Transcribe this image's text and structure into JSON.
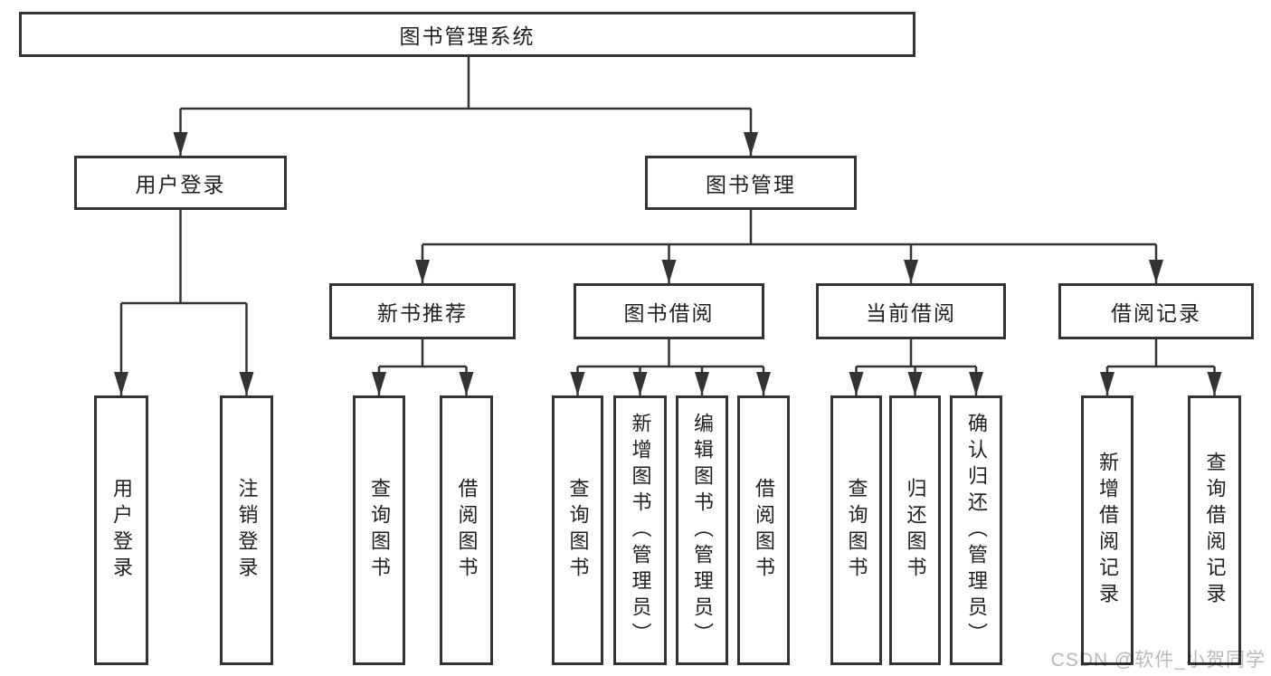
{
  "diagram_title": "图书管理系统",
  "nodes": {
    "root": "图书管理系统",
    "l2": [
      "用户登录",
      "图书管理"
    ],
    "l3": [
      "新书推荐",
      "图书借阅",
      "当前借阅",
      "借阅记录"
    ],
    "leaves_user_login": [
      "用户登录",
      "注销登录"
    ],
    "leaves_new_book": [
      "查询图书",
      "借阅图书"
    ],
    "leaves_book_borrow": [
      "查询图书",
      "新增图书（管理员）",
      "编辑图书（管理员）",
      "借阅图书"
    ],
    "leaves_current_borrow": [
      "查询图书",
      "归还图书",
      "确认归还（管理员）"
    ],
    "leaves_borrow_records": [
      "新增借阅记录",
      "查询借阅记录"
    ]
  },
  "watermark": "CSDN @软件_小贺同学",
  "colors": {
    "line": "#333333",
    "box_border": "#333333",
    "text": "#1f1f1f",
    "background": "#ffffff",
    "watermark": "#b8b8b8"
  }
}
